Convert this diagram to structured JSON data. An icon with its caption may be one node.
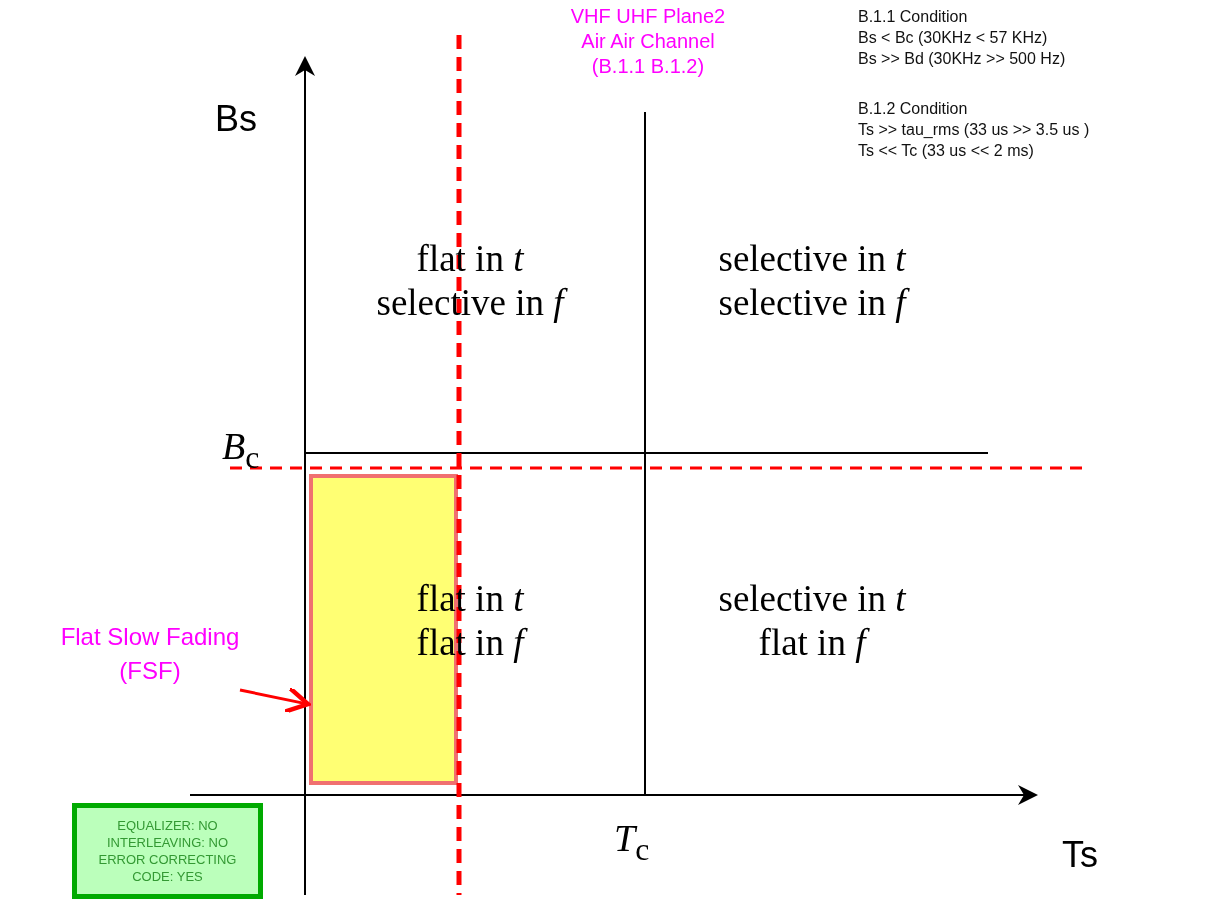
{
  "diagram": {
    "nodes": [
      {
        "text": [],
        "shape": "box"
      },
      {
        "text": [
          "Flat Slow Fading (FSF)"
        ]
      },
      {
        "text": [
          "EQUALIZER: NO INTERLEAVING: NO ERROR CORRECTING CODE: YES"
        ]
      }
    ],
    "edges": [
      {
        "from": 1,
        "to": 0,
        "arrow": "to"
      }
    ],
    "labels": [
      "VHF UHF Plane2 Air Air Channel (B.1.1 B.1.2)",
      "B.1.1 Condition",
      "Bs < Bc  (30KHz < 57 KHz)",
      "Bs >> Bd (30KHz >> 500 Hz)",
      "B.1.2 Condition",
      "Ts >> tau_rms  (33 us >> 3.5 us )",
      "Ts  << Tc  (33 us << 2 ms)",
      "Bs",
      "flat in *t*",
      "selective in *f*",
      "selective in *t*",
      "selective in *f*",
      "*B*$_{c}$",
      "flat in *t*",
      "flat in *f*",
      "selective in *t*",
      "flat in *f*",
      "*T*$_{c}$",
      "Ts"
    ]
  }
}
